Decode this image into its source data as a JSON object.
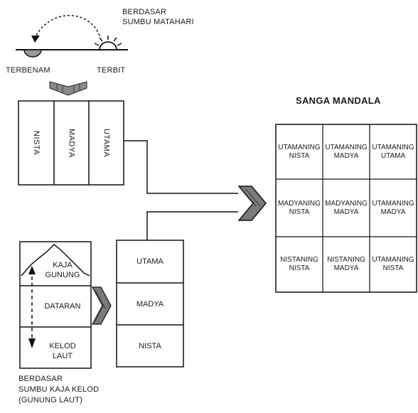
{
  "sun_axis": {
    "title_line1": "BERDASAR",
    "title_line2": "SUMBU MATAHARI",
    "sunset": "TERBENAM",
    "sunrise": "TERBIT"
  },
  "vertical_zones": [
    "NISTA",
    "MADYA",
    "UTAMA"
  ],
  "mountain_axis": {
    "top": [
      "KAJA",
      "GUNUNG"
    ],
    "middle": "DATARAN",
    "bottom": [
      "KELOD",
      "LAUT"
    ],
    "caption": [
      "BERDASAR",
      "SUMBU KAJA KELOD",
      "(GUNUNG LAUT)"
    ]
  },
  "horizontal_zones": [
    "UTAMA",
    "MADYA",
    "NISTA"
  ],
  "sanga_mandala": {
    "title": "SANGA MANDALA",
    "cells": [
      [
        [
          "UTAMANING",
          "NISTA"
        ],
        [
          "UTAMANING",
          "MADYA"
        ],
        [
          "UTAMANING",
          "UTAMA"
        ]
      ],
      [
        [
          "MADYANING",
          "NISTA"
        ],
        [
          "MADYANING",
          "MADYA"
        ],
        [
          "UTAMANING",
          "MADYA"
        ]
      ],
      [
        [
          "NISTANING",
          "NISTA"
        ],
        [
          "NISTANING",
          "MADYA"
        ],
        [
          "UTAMANING",
          "NISTA"
        ]
      ]
    ]
  }
}
